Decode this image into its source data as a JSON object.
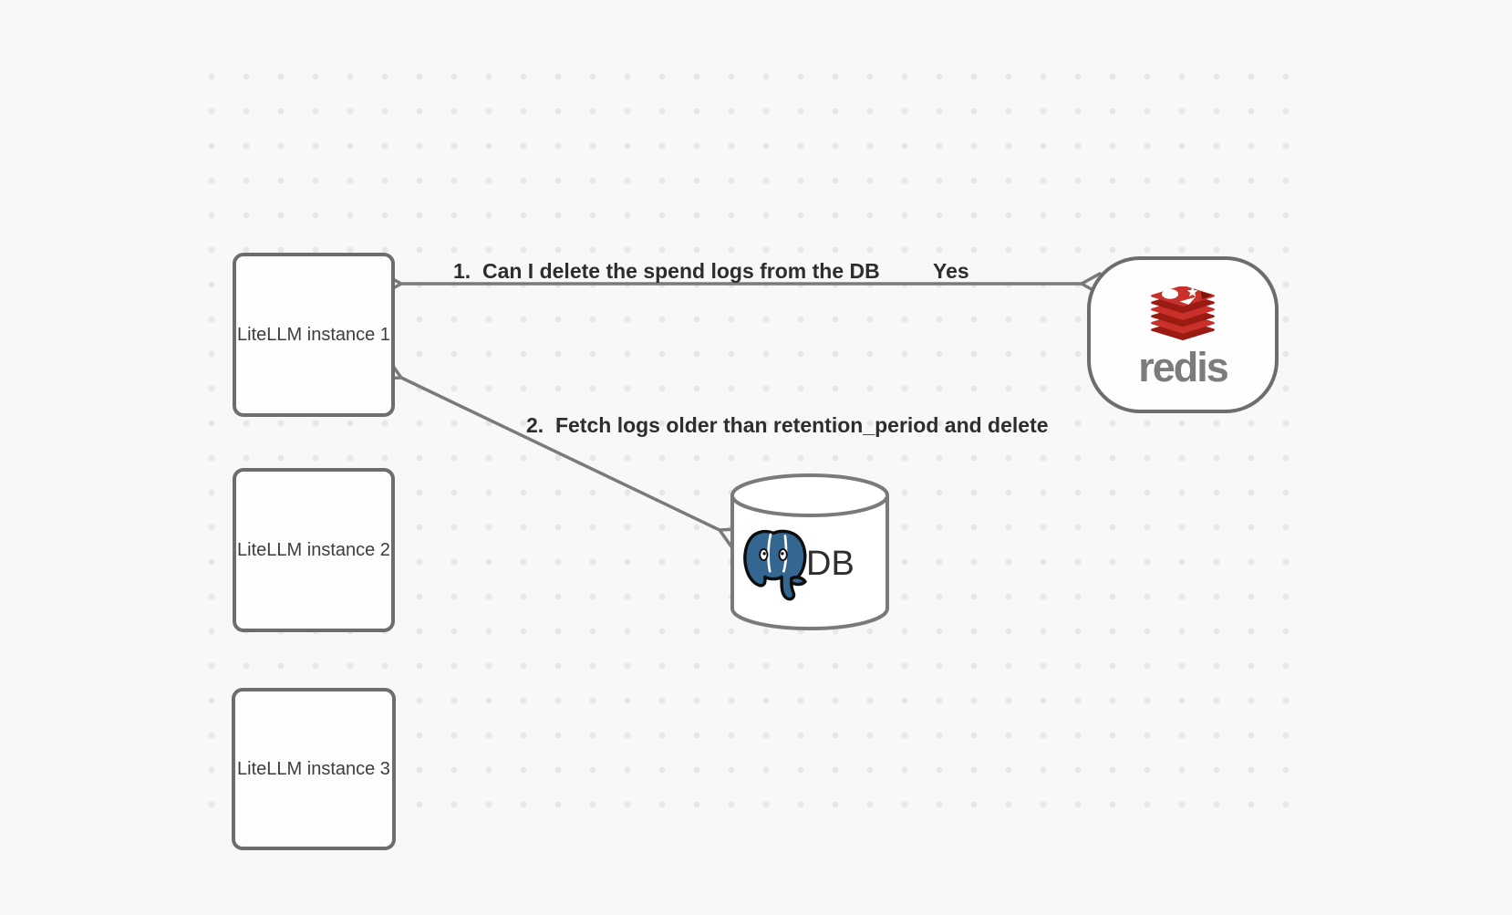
{
  "canvas": {
    "background_color": "#f8f8f8",
    "dot_color": "#e7e7e7",
    "edge_color": "#7a7a7a",
    "node_border_color": "#6d6d6d"
  },
  "nodes": {
    "instance1": {
      "label": "LiteLLM instance 1"
    },
    "instance2": {
      "label": "LiteLLM instance 2"
    },
    "instance3": {
      "label": "LiteLLM instance 3"
    },
    "redis": {
      "label": "redis",
      "logo": "redis-logo",
      "logo_red": "#c9302a",
      "logo_dark_red": "#991b12",
      "wordmark_color": "#7c7c7c"
    },
    "db": {
      "label": "DB",
      "logo": "postgresql-logo",
      "logo_blue": "#336791"
    }
  },
  "edges": {
    "edge1": {
      "label": "1.  Can I delete the spend logs from the DB",
      "response": "Yes",
      "from": "redis",
      "to": "instance1",
      "style": "double-arrow"
    },
    "edge2": {
      "label": "2.  Fetch logs older than retention_period and delete",
      "from": "instance1",
      "to": "db",
      "style": "double-arrow"
    }
  }
}
